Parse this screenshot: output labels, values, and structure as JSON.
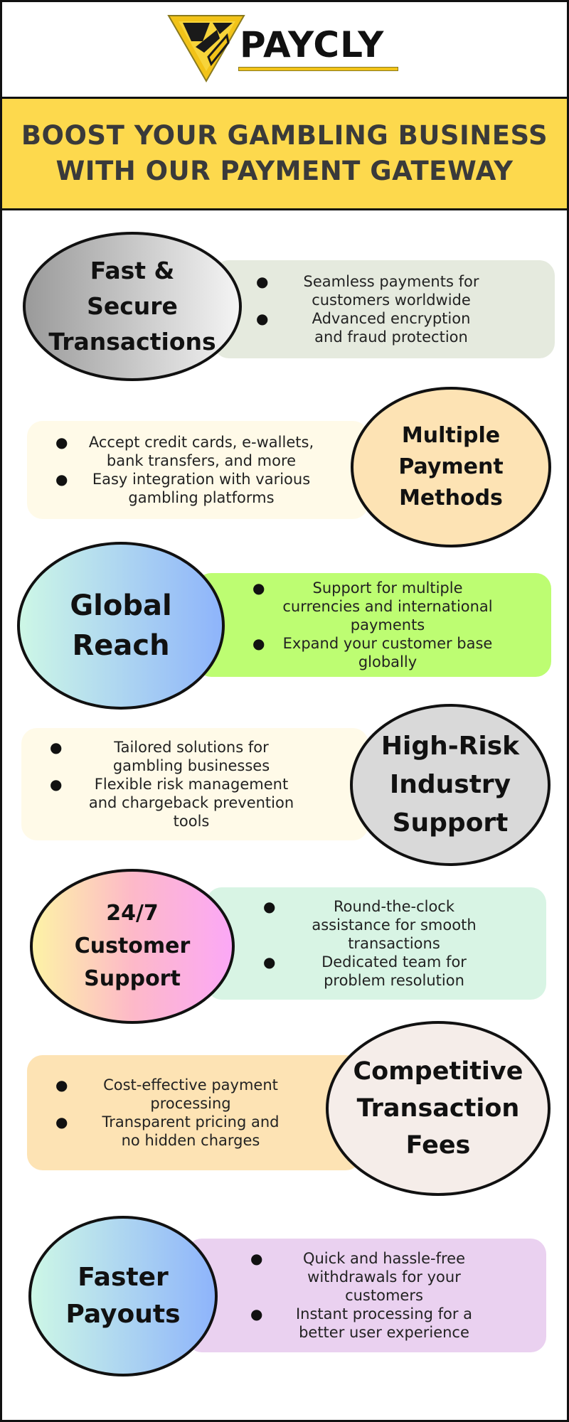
{
  "brand": {
    "name": "PAYCLY",
    "logo_color": "#f2c318"
  },
  "banner": {
    "line1": "BOOST YOUR GAMBLING BUSINESS",
    "line2": "WITH OUR PAYMENT GATEWAY",
    "color": "#fdd94d"
  },
  "sections": [
    {
      "title": [
        "Fast &",
        "Secure",
        "Transactions"
      ],
      "bullets": [
        [
          "Seamless payments for",
          "customers worldwide"
        ],
        [
          "Advanced encryption",
          "and fraud protection"
        ]
      ]
    },
    {
      "title": [
        "Multiple",
        "Payment",
        "Methods"
      ],
      "bullets": [
        [
          "Accept credit cards, e-wallets,",
          "bank transfers, and more"
        ],
        [
          "Easy integration with various",
          "gambling platforms"
        ]
      ]
    },
    {
      "title": [
        "Global",
        "Reach"
      ],
      "bullets": [
        [
          "Support for multiple",
          "currencies and international",
          "payments"
        ],
        [
          "Expand your customer base",
          "globally"
        ]
      ]
    },
    {
      "title": [
        "High-Risk",
        "Industry",
        "Support"
      ],
      "bullets": [
        [
          "Tailored solutions for",
          "gambling businesses"
        ],
        [
          "Flexible risk management",
          "and chargeback prevention",
          "tools"
        ]
      ]
    },
    {
      "title": [
        "24/7",
        "Customer",
        "Support"
      ],
      "bullets": [
        [
          "Round-the-clock",
          "assistance for smooth",
          "transactions"
        ],
        [
          "Dedicated team for",
          "problem resolution"
        ]
      ]
    },
    {
      "title": [
        "Competitive",
        "Transaction",
        "Fees"
      ],
      "bullets": [
        [
          "Cost-effective payment",
          "processing"
        ],
        [
          "Transparent pricing and",
          "no hidden charges"
        ]
      ]
    },
    {
      "title": [
        "Faster",
        "Payouts"
      ],
      "bullets": [
        [
          "Quick and hassle-free",
          "withdrawals for your",
          "customers"
        ],
        [
          "Instant processing for a",
          "better user experience"
        ]
      ]
    }
  ]
}
